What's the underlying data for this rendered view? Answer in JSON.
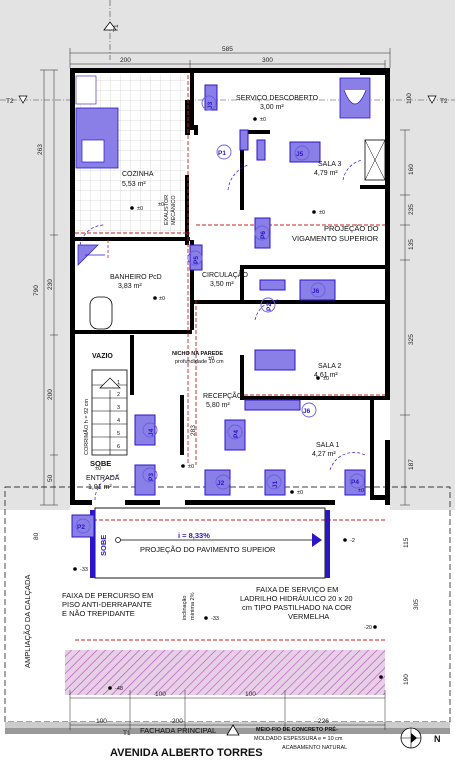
{
  "title": {
    "axis": "T1",
    "axis_left": "T2",
    "axis_right": "T2"
  },
  "dims": {
    "top_total": "585",
    "top_a": "200",
    "top_b": "300",
    "right_100": "100",
    "left_263": "263",
    "left_790": "790",
    "left_230": "230",
    "left_200": "200",
    "left_50": "50",
    "r_160": "160",
    "r_235": "235",
    "r_135": "135",
    "r_325": "325",
    "r_187": "187",
    "left_80": "80",
    "r_115": "115",
    "r_305": "305",
    "r_190": "190",
    "bot_100a": "100",
    "bot_100b": "100",
    "bot_100c": "100",
    "bot_200": "200",
    "bot_226": "226",
    "mid_283": "283",
    "lv_m48": "-48",
    "lv_m33a": "-33",
    "lv_m33b": "-33",
    "lv_m20": "-20",
    "lv_m2": "-2",
    "lv_0a": "±0",
    "lv_0b": "±0",
    "lv_0c": "±0",
    "lv_0d": "±0",
    "lv_0e": "±0",
    "lv_0f": "±0",
    "lv_0g": "±0",
    "lv_0h": "±0",
    "lv_0i": "±0",
    "lv_0j": "±0",
    "lv_0k": "±0"
  },
  "rooms": {
    "servico": {
      "name": "SERVIÇO DESCOBERTO",
      "area": "3,00 m²"
    },
    "cozinha": {
      "name": "COZINHA",
      "area": "5,53 m²"
    },
    "sala3": {
      "name": "SALA 3",
      "area": "4,79 m²"
    },
    "banheiro": {
      "name": "BANHEIRO PcD",
      "area": "3,83 m²"
    },
    "circulacao": {
      "name": "CIRCULAÇÃO",
      "area": "3,50 m²"
    },
    "sala2": {
      "name": "SALA 2",
      "area": "4,61 m²"
    },
    "vazio": {
      "name": "VAZIO"
    },
    "recepcao": {
      "name": "RECEPÇÃO",
      "area": "5,80 m²"
    },
    "sala1": {
      "name": "SALA 1",
      "area": "4,27 m²"
    },
    "entrada": {
      "name": "ENTRADA",
      "area": "1,01 m²"
    }
  },
  "notes": {
    "exaustor": "EXAUSTOR",
    "mecanico": "MECÂNICO",
    "proj_vig_1": "PROJEÇÃO DO",
    "proj_vig_2": "VIGAMENTO SUPERIOR",
    "nicho_1": "NICHO NA PAREDE",
    "nicho_2": "profundidade 10 cm",
    "corrimao": "CORRIMÃO h = 92 cm",
    "sobe1": "SOBE",
    "sobe2": "SOBE",
    "ramp": "i = 8,33%",
    "proj_pav": "PROJEÇÃO DO PAVIMENTO SUPEIOR",
    "inclinacao_1": "inclinação",
    "inclinacao_2": "mínima 2%",
    "percurso_1": "FAIXA DE PERCURSO EM",
    "percurso_2": "PISO ANTI-DERRAPANTE",
    "percurso_3": "E NÃO TREPIDANTE",
    "servico_1": "FAIXA DE SERVIÇO EM",
    "servico_2": "LADRILHO HIDRÁULICO 20 x 20",
    "servico_3": "cm TIPO PASTILHADO NA COR",
    "servico_4": "VERMELHA",
    "ampliacao": "AMPLIAÇÃO DA CALÇADA",
    "fachada": "FACHADA PRINCIPAL",
    "meiofio_1": "MEIO-FIO DE CONCRETO PRÉ-",
    "meiofio_2": "MOLDADO ESPESSURA e = 10 cm",
    "meiofio_3": "ACABAMENTO NATURAL",
    "avenida": "AVENIDA ALBERTO TORRES",
    "north": "N"
  },
  "stairs": [
    "1",
    "2",
    "3",
    "4",
    "5",
    "6"
  ],
  "tags": {
    "j3": "J3",
    "p1": "P1",
    "j5": "J5",
    "p6": "P6",
    "p5": "P5",
    "p2a": "P2",
    "j6a": "J6",
    "j4": "J4",
    "p4a": "P4",
    "j6b": "J6",
    "p3": "P3",
    "j2": "J2",
    "j1": "J1",
    "p4b": "P4",
    "p2b": "P2"
  },
  "colors": {
    "accent": "#2a16c8",
    "pillar": "#8a7fe6",
    "red": "#c82020",
    "hatch": "#b050b0"
  }
}
